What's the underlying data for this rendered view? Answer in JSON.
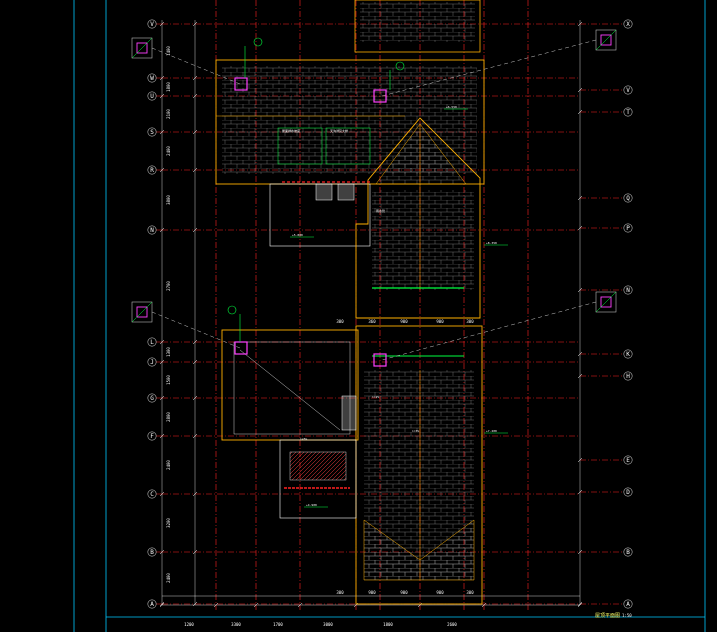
{
  "colors": {
    "background": "#000000",
    "frame": "#00c8ff",
    "axis": "#ff2020",
    "roof_outline": "#ffb000",
    "tile": "#d8d8d8",
    "dim": "#ffffff",
    "annotation": "#00ff40",
    "detail": "#ff40ff",
    "bubble": "#b8b8b8",
    "dashed": "#c8c8c8"
  },
  "drawing_title": "屋顶平面图",
  "scale_label": "1:50",
  "left_axes": [
    "V",
    "W",
    "U",
    "S",
    "R",
    "N",
    "L",
    "J",
    "G",
    "F",
    "C",
    "B",
    "A"
  ],
  "right_axes": [
    "X",
    "V",
    "T",
    "Q",
    "P",
    "N",
    "K",
    "H",
    "E",
    "D",
    "B",
    "A"
  ],
  "dim_texts_left": [
    "1400",
    "1800",
    "2100",
    "2400",
    "3800",
    "2700",
    "1300",
    "1500",
    "2800",
    "2400",
    "3200",
    "2400"
  ],
  "dim_texts_bottom": [
    "1200",
    "3300",
    "1700",
    "3000",
    "1800",
    "2600"
  ],
  "dim_texts_inner_top": [
    "300",
    "360",
    "900",
    "900",
    "300"
  ],
  "dim_texts_inner_bottom": [
    "300",
    "900",
    "900",
    "900",
    "300"
  ],
  "notes": [
    "屋面排水坡度",
    "天沟详见大样",
    "雨水管",
    "i=2%",
    "i=3%",
    "i=5%"
  ],
  "levels": [
    "+8.350",
    "+7.200",
    "+6.550",
    "+5.800",
    "+4.900"
  ]
}
